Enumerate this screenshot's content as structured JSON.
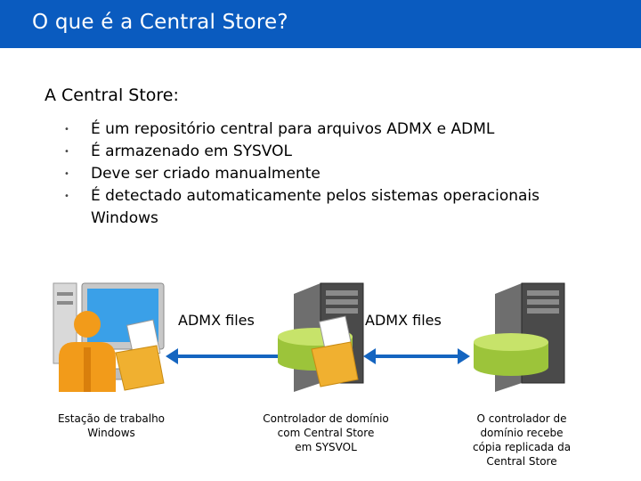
{
  "slide": {
    "title": "O que é a Central Store?",
    "intro": "A Central Store:",
    "bullets": [
      "É um repositório central para arquivos ADMX e ADML",
      "É armazenado em SYSVOL",
      "Deve ser criado manualmente",
      "É detectado automaticamente pelos sistemas operacionais Windows"
    ]
  },
  "diagram": {
    "left_arrow_label": "ADMX files",
    "right_arrow_label": "ADMX files",
    "workstation_caption": [
      "Estação de trabalho",
      "Windows"
    ],
    "dc_caption": [
      "Controlador de domínio",
      "com Central Store",
      "em SYSVOL"
    ],
    "replica_caption": [
      "O controlador de",
      "domínio recebe",
      "cópia replicada da",
      "Central Store"
    ]
  },
  "colors": {
    "title_bar": "#0a5bbf",
    "arrow": "#1565c0",
    "folder": "#f0b030",
    "user": "#f29b1a",
    "server_body": "#4a4a4a",
    "sysvol_disc": "#b6d84a"
  }
}
